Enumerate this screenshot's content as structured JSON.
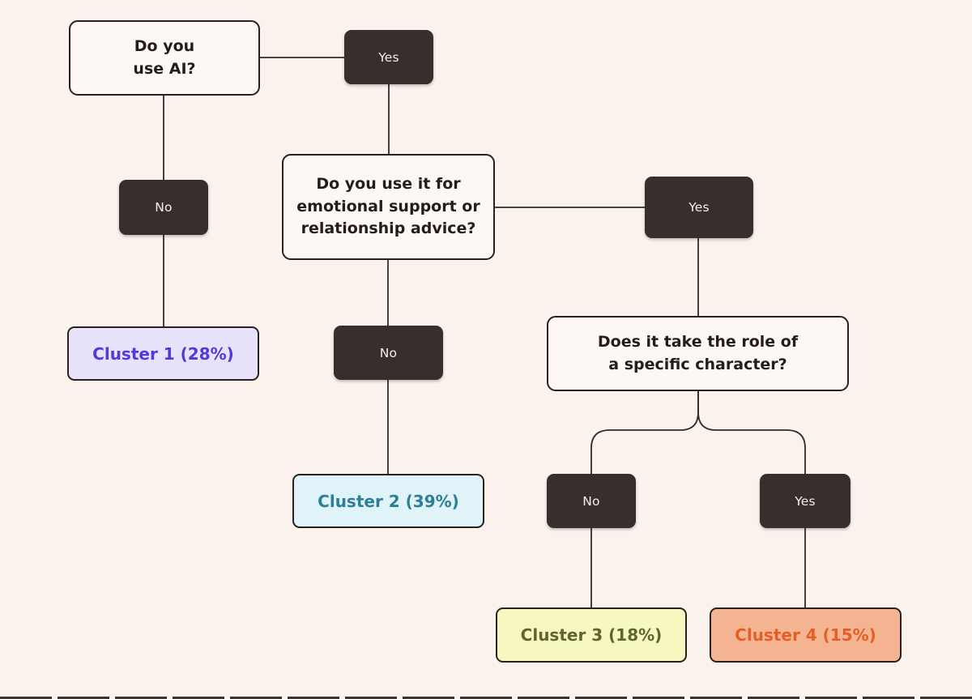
{
  "canvas": {
    "background_color": "#FBF2EE",
    "connector_color": "#322B27"
  },
  "questions": [
    {
      "id": "q1",
      "text": "Do you\nuse AI?"
    },
    {
      "id": "q2",
      "text": "Do you use it for\nemotional support or\nrelationship advice?"
    },
    {
      "id": "q3",
      "text": "Does it take the role of\na specific character?"
    }
  ],
  "decisions": {
    "q1_yes": "Yes",
    "q1_no": "No",
    "q2_no": "No",
    "q2_yes": "Yes",
    "q3_no": "No",
    "q3_yes": "Yes"
  },
  "clusters": [
    {
      "label": "Cluster 1 (28%)",
      "fill_color": "#E9E2FB",
      "text_color": "#5338DD"
    },
    {
      "label": "Cluster 2 (39%)",
      "fill_color": "#DFF3F9",
      "text_color": "#2E7D99"
    },
    {
      "label": "Cluster 3 (18%)",
      "fill_color": "#F6F8BF",
      "text_color": "#5F662B"
    },
    {
      "label": "Cluster 4 (15%)",
      "fill_color": "#F5B491",
      "text_color": "#E45F28"
    }
  ],
  "edges": [
    {
      "from": "q1",
      "label": "Yes",
      "to": "q2"
    },
    {
      "from": "q1",
      "label": "No",
      "to": "Cluster 1 (28%)"
    },
    {
      "from": "q2",
      "label": "No",
      "to": "Cluster 2 (39%)"
    },
    {
      "from": "q2",
      "label": "Yes",
      "to": "q3"
    },
    {
      "from": "q3",
      "label": "No",
      "to": "Cluster 3 (18%)"
    },
    {
      "from": "q3",
      "label": "Yes",
      "to": "Cluster 4 (15%)"
    }
  ]
}
